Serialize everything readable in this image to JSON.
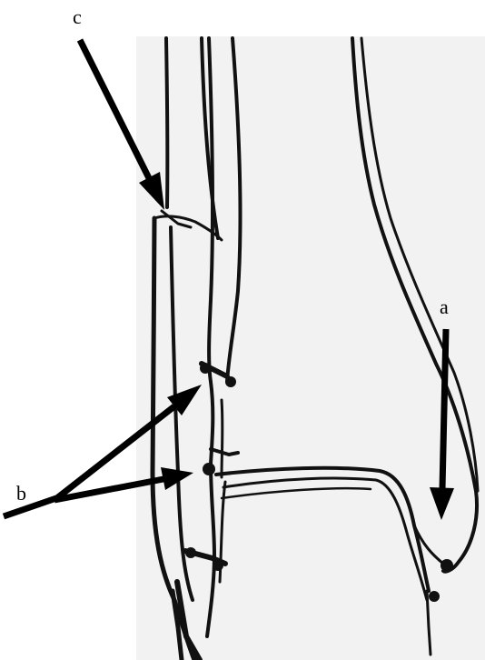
{
  "figure": {
    "labels": {
      "a": "a",
      "b": "b",
      "c": "c"
    },
    "colors": {
      "background": "#ffffff",
      "film": "#f2f2f2",
      "line": "#111111",
      "arrow": "#000000"
    }
  }
}
